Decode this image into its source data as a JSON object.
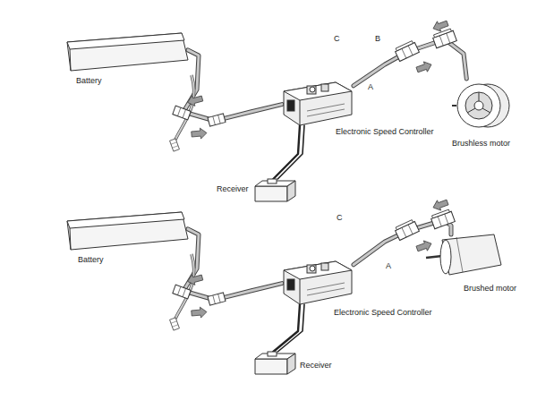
{
  "diagram": {
    "nodes": [
      {
        "text": [
          "Battery"
        ]
      },
      {
        "text": [
          "Electronic Speed Controller"
        ]
      },
      {
        "text": [
          "Receiver"
        ]
      },
      {
        "text": [
          "Brushless motor"
        ]
      },
      {
        "text": [
          "Battery"
        ]
      },
      {
        "text": [
          "Electronic Speed Controller"
        ]
      },
      {
        "text": [
          "Receiver"
        ]
      },
      {
        "text": [
          "Brushed motor"
        ]
      }
    ],
    "edges": [
      {
        "from": 0,
        "to": 1,
        "arrow": "none"
      },
      {
        "from": 1,
        "to": 2,
        "arrow": "none"
      },
      {
        "from": 1,
        "to": 3,
        "arrow": "none"
      },
      {
        "from": 4,
        "to": 5,
        "arrow": "none"
      },
      {
        "from": 5,
        "to": 6,
        "arrow": "none"
      },
      {
        "from": 5,
        "to": 7,
        "arrow": "none"
      }
    ],
    "labels": [
      "C",
      "B",
      "A",
      "C",
      "A"
    ]
  }
}
